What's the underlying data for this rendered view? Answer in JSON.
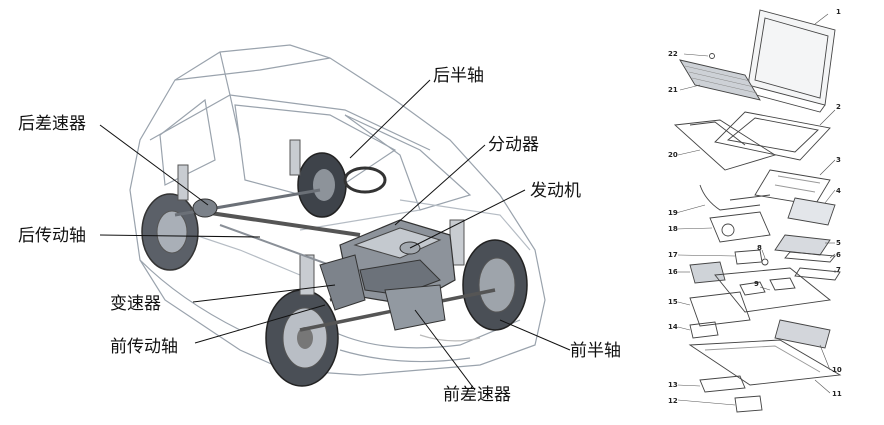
{
  "car_diagram": {
    "labels": {
      "rear_half_shaft": "后半轴",
      "rear_differential": "后差速器",
      "transfer_case": "分动器",
      "engine": "发动机",
      "rear_drive_shaft": "后传动轴",
      "transmission": "变速器",
      "front_drive_shaft": "前传动轴",
      "front_half_shaft": "前半轴",
      "front_differential": "前差速器"
    }
  },
  "laptop_diagram": {
    "part_numbers": [
      "1",
      "2",
      "3",
      "4",
      "5",
      "6",
      "7",
      "8",
      "9",
      "10",
      "11",
      "12",
      "13",
      "14",
      "15",
      "16",
      "17",
      "18",
      "19",
      "20",
      "21",
      "22"
    ]
  }
}
